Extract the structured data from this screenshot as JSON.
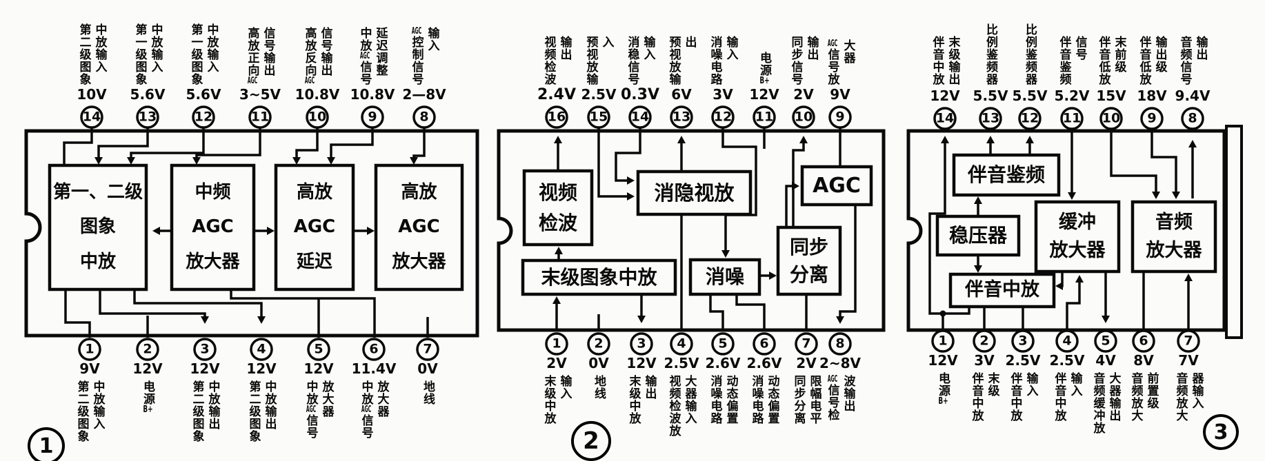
{
  "diagrams": [
    {
      "badge": "1",
      "top_pins": [
        {
          "num": "14",
          "voltage": "10V",
          "label": [
            "第二级图象",
            "中放输入"
          ]
        },
        {
          "num": "13",
          "voltage": "5.6V",
          "label": [
            "第一级图象",
            "中放输入"
          ]
        },
        {
          "num": "12",
          "voltage": "5.6V",
          "label": [
            "第一级图象",
            "中放输入"
          ]
        },
        {
          "num": "11",
          "voltage": "3~5V",
          "label": [
            "高放正向AGC",
            "信号输出"
          ]
        },
        {
          "num": "10",
          "voltage": "10.8V",
          "label": [
            "高放反向AGC",
            "信号输出"
          ]
        },
        {
          "num": "9",
          "voltage": "10.8V",
          "label": [
            "中放AGC信号",
            "延迟调整"
          ]
        },
        {
          "num": "8",
          "voltage": "2—8V",
          "label": [
            "AGC控制信号",
            "输入"
          ]
        }
      ],
      "bottom_pins": [
        {
          "num": "1",
          "voltage": "9V",
          "label": [
            "第二级图象",
            "中放输入"
          ]
        },
        {
          "num": "2",
          "voltage": "12V",
          "label": [
            "电源B+"
          ]
        },
        {
          "num": "3",
          "voltage": "12V",
          "label": [
            "第二级图象",
            "中放输出"
          ]
        },
        {
          "num": "4",
          "voltage": "12V",
          "label": [
            "第二级图象",
            "中放输出"
          ]
        },
        {
          "num": "5",
          "voltage": "12V",
          "label": [
            "中放AGC信号",
            "放大器"
          ]
        },
        {
          "num": "6",
          "voltage": "11.4V",
          "label": [
            "中放AGC信号",
            "放大器"
          ]
        },
        {
          "num": "7",
          "voltage": "0V",
          "label": [
            "地线"
          ]
        }
      ],
      "blocks": [
        {
          "name": "if-amp-1-2",
          "lines": [
            "第一、二级",
            "图象",
            "中放"
          ]
        },
        {
          "name": "if-agc-amp",
          "lines": [
            "中频",
            "AGC",
            "放大器"
          ]
        },
        {
          "name": "rf-agc-delay",
          "lines": [
            "高放",
            "AGC",
            "延迟"
          ]
        },
        {
          "name": "rf-agc-amp",
          "lines": [
            "高放",
            "AGC",
            "放大器"
          ]
        }
      ]
    },
    {
      "badge": "2",
      "top_pins": [
        {
          "num": "16",
          "voltage": "2.4V",
          "bold": true,
          "label": [
            "视频检波",
            "输出"
          ]
        },
        {
          "num": "15",
          "voltage": "2.5V",
          "label": [
            "预视放输",
            "入"
          ]
        },
        {
          "num": "14",
          "voltage": "0.3V",
          "bold": true,
          "label": [
            "消稳信号",
            "输入"
          ]
        },
        {
          "num": "13",
          "voltage": "6V",
          "label": [
            "预视放输",
            "出"
          ]
        },
        {
          "num": "12",
          "voltage": "3V",
          "label": [
            "消噪电路",
            "输入"
          ]
        },
        {
          "num": "11",
          "voltage": "12V",
          "label": [
            "电源B+"
          ]
        },
        {
          "num": "10",
          "voltage": "2V",
          "label": [
            "同步信号",
            "输出"
          ]
        },
        {
          "num": "9",
          "voltage": "9V",
          "label": [
            "AGC信号放",
            "大器"
          ]
        }
      ],
      "bottom_pins": [
        {
          "num": "1",
          "voltage": "2V",
          "label": [
            "末级中放",
            "输入"
          ]
        },
        {
          "num": "2",
          "voltage": "0V",
          "label": [
            "地线"
          ]
        },
        {
          "num": "3",
          "voltage": "12V",
          "label": [
            "末级中放",
            "输出"
          ]
        },
        {
          "num": "4",
          "voltage": "2.5V",
          "label": [
            "视频检波放",
            "大器输入"
          ]
        },
        {
          "num": "5",
          "voltage": "2.6V",
          "label": [
            "消噪电路",
            "动态偏置"
          ]
        },
        {
          "num": "6",
          "voltage": "2.6V",
          "label": [
            "消噪电路",
            "动态偏置"
          ]
        },
        {
          "num": "7",
          "voltage": "2V",
          "label": [
            "同步分离",
            "限幅电平"
          ]
        },
        {
          "num": "8",
          "voltage": "2~8V",
          "label": [
            "AGC信号检",
            "波输出"
          ]
        }
      ],
      "blocks": [
        {
          "name": "video-detector",
          "lines": [
            "视频",
            "检波"
          ]
        },
        {
          "name": "blanking-video-amp",
          "lines": [
            "消隐视放"
          ]
        },
        {
          "name": "final-picture-if-amp",
          "lines": [
            "末级图象中放"
          ]
        },
        {
          "name": "noise-canceller",
          "lines": [
            "消噪"
          ]
        },
        {
          "name": "sync-separator",
          "lines": [
            "同步",
            "分离"
          ]
        },
        {
          "name": "agc",
          "lines": [
            "AGC"
          ]
        }
      ]
    },
    {
      "badge": "3",
      "top_pins": [
        {
          "num": "14",
          "voltage": "12V",
          "label": [
            "伴音中放",
            "末级输出"
          ]
        },
        {
          "num": "13",
          "voltage": "5.5V",
          "label": [
            "比例鉴频器"
          ]
        },
        {
          "num": "12",
          "voltage": "5.5V",
          "label": [
            "比例鉴频器"
          ]
        },
        {
          "num": "11",
          "voltage": "5.2V",
          "label": [
            "伴音鉴频",
            "信号"
          ]
        },
        {
          "num": "10",
          "voltage": "15V",
          "label": [
            "伴音低放",
            "末前级"
          ]
        },
        {
          "num": "9",
          "voltage": "18V",
          "label": [
            "伴音低放",
            "输出级"
          ]
        },
        {
          "num": "8",
          "voltage": "9.4V",
          "label": [
            "音频信号",
            "输出"
          ]
        }
      ],
      "bottom_pins": [
        {
          "num": "1",
          "voltage": "12V",
          "label": [
            "电源B+"
          ]
        },
        {
          "num": "2",
          "voltage": "3V",
          "label": [
            "伴音中放",
            "末级"
          ]
        },
        {
          "num": "3",
          "voltage": "2.5V",
          "label": [
            "伴音中放",
            "输入"
          ]
        },
        {
          "num": "4",
          "voltage": "2.5V",
          "label": [
            "伴音中放",
            "输入"
          ]
        },
        {
          "num": "5",
          "voltage": "4V",
          "label": [
            "音频缓冲放",
            "大器输出"
          ]
        },
        {
          "num": "6",
          "voltage": "8V",
          "label": [
            "音频放大",
            "前置级"
          ]
        },
        {
          "num": "7",
          "voltage": "7V",
          "label": [
            "音频放大",
            "器输入"
          ]
        }
      ],
      "blocks": [
        {
          "name": "sound-discriminator",
          "lines": [
            "伴音鉴频"
          ]
        },
        {
          "name": "voltage-regulator",
          "lines": [
            "稳压器"
          ]
        },
        {
          "name": "buffer-amplifier",
          "lines": [
            "缓冲",
            "放大器"
          ]
        },
        {
          "name": "audio-amplifier",
          "lines": [
            "音频",
            "放大器"
          ]
        },
        {
          "name": "sound-if-amp",
          "lines": [
            "伴音中放"
          ]
        }
      ]
    }
  ]
}
